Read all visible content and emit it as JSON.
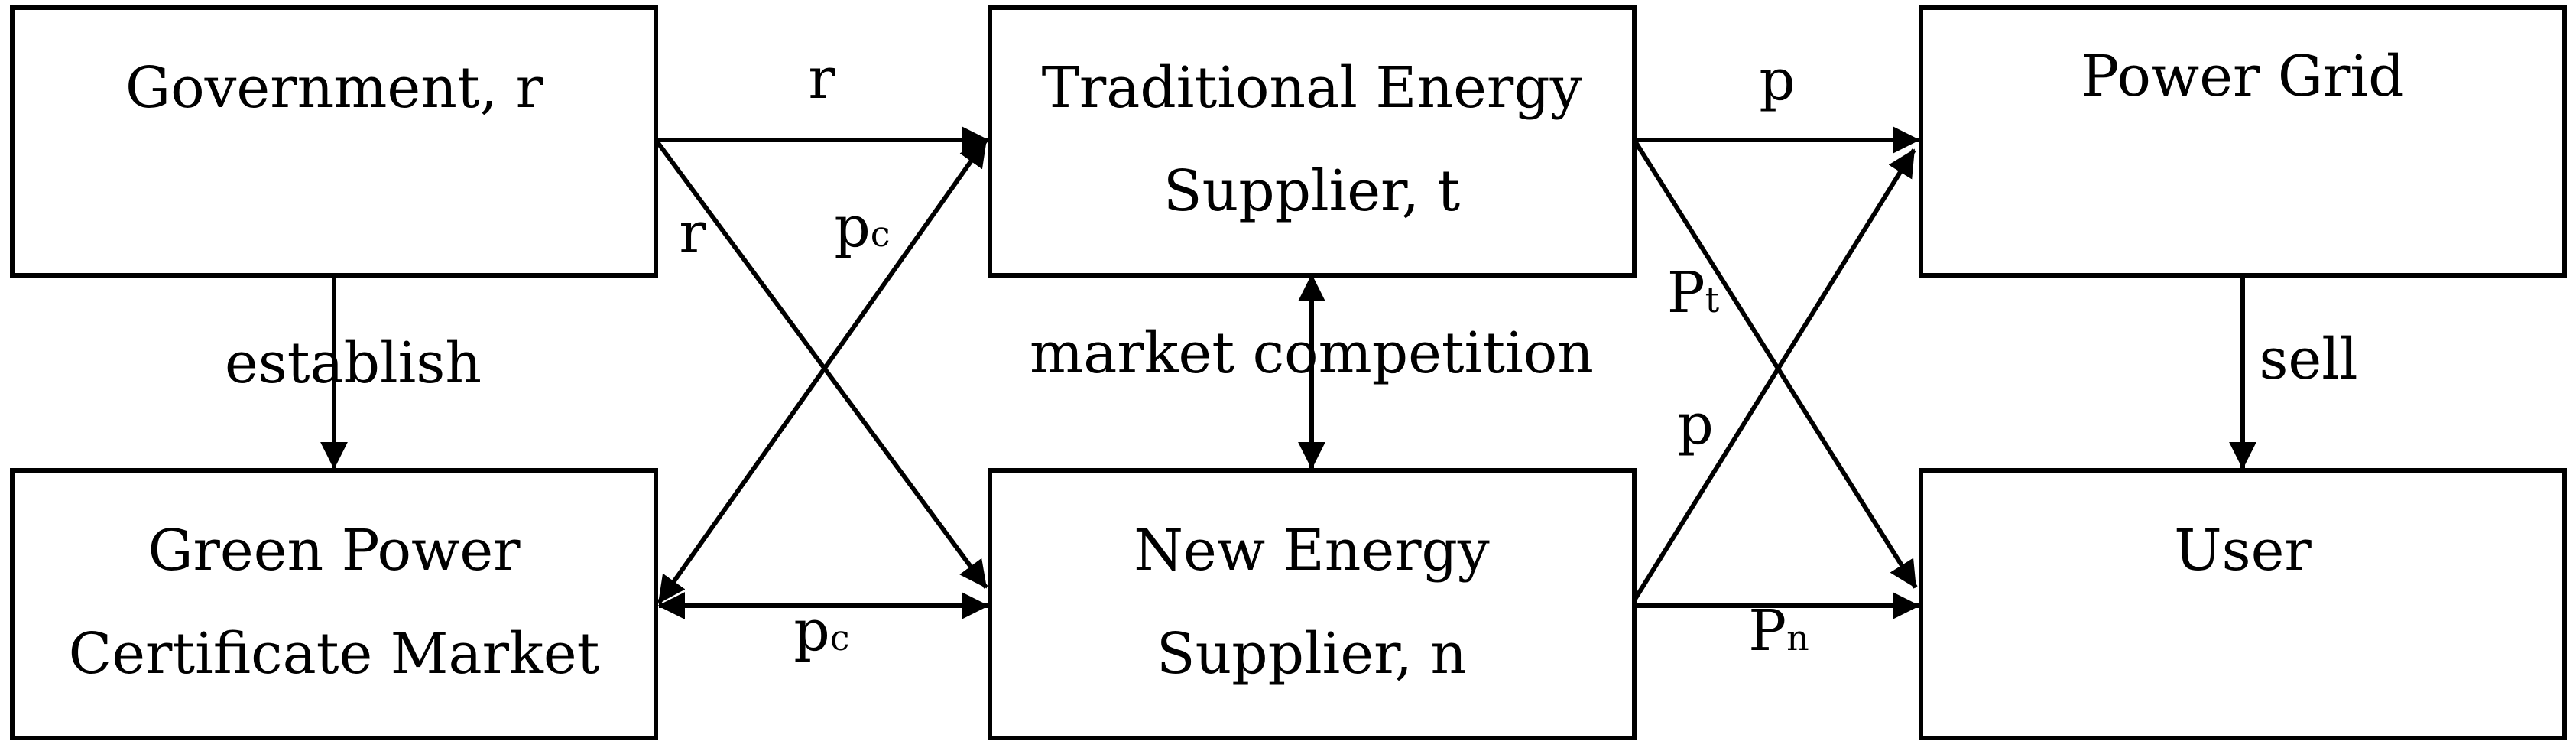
{
  "nodes": {
    "government": {
      "lines": [
        "Government, r"
      ]
    },
    "traditional": {
      "lines": [
        "Traditional Energy",
        "Supplier,  t"
      ]
    },
    "power_grid": {
      "lines": [
        "Power Grid"
      ]
    },
    "certificate_market": {
      "lines": [
        "Green Power",
        "Certificate Market"
      ]
    },
    "new_energy": {
      "lines": [
        "New Energy",
        "Supplier,  n"
      ]
    },
    "user": {
      "lines": [
        "User"
      ]
    }
  },
  "edge_labels": {
    "gov_to_trad": "r",
    "gov_to_new": "r",
    "cert_to_trad_base": "p",
    "cert_to_trad_sub": "c",
    "establish": "establish",
    "market_competition": "market competition",
    "trad_to_grid": "p",
    "trad_to_user_base": "P",
    "trad_to_user_sub": "t",
    "new_to_grid": "p",
    "cert_new_base": "p",
    "cert_new_sub": "c",
    "new_to_user_base": "P",
    "new_to_user_sub": "n",
    "sell": "sell"
  }
}
